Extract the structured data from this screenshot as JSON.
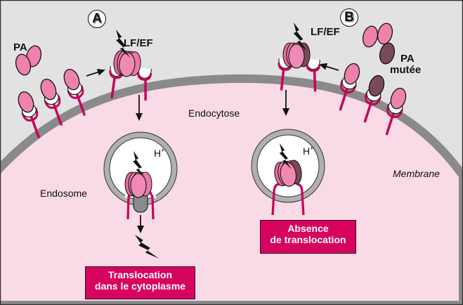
{
  "labels": {
    "panel_a": "A",
    "panel_b": "B",
    "pa": "PA",
    "lf_ef_a": "LF/EF",
    "lf_ef_b": "LF/EF",
    "pa_mutee_line1": "PA",
    "pa_mutee_line2": "mutée",
    "endocytose": "Endocytose",
    "endosome": "Endosome",
    "h_plus_a": "H",
    "h_plus_a_sup": "+",
    "h_plus_b": "H",
    "h_plus_b_sup": "+",
    "membrane": "Membrane"
  },
  "results": {
    "a_line1": "Translocation",
    "a_line2": "dans le cytoplasme",
    "b_line1": "Absence",
    "b_line2": "de translocation"
  },
  "colors": {
    "extracellular": "#e2e2e2",
    "cytoplasm": "#f8dbe6",
    "membrane": "#8a8a8a",
    "pa_pink": "#ee82ad",
    "pa_mutant": "#7a4a5a",
    "receptor": "#c8005a",
    "result_box": "#d6045f"
  }
}
